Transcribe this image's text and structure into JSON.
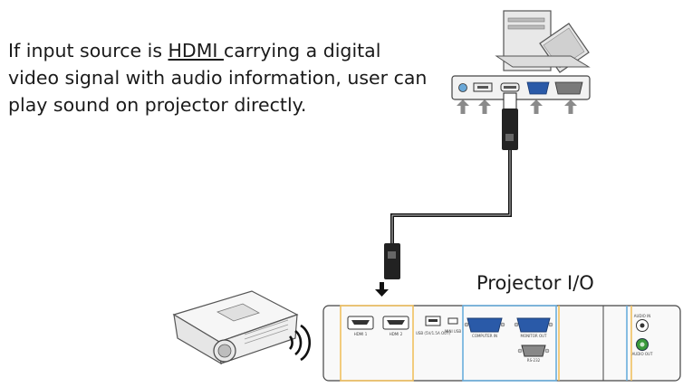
{
  "caption": {
    "before": "If input source is ",
    "highlight": "HDMI ",
    "after": "carrying a digital video signal with audio information, user can play sound on projector directly."
  },
  "panel_title": "Projector I/O",
  "port_labels": {
    "hdmi1": "HDMI 1",
    "hdmi2": "HDMI 2",
    "usb_power": "USB (5V/1.5A OUT)",
    "mini_usb": "MINI USB",
    "computer_in": "COMPUTER IN",
    "monitor_out": "MONITOR OUT",
    "rs232": "RS-232",
    "audio_in": "AUDIO IN",
    "audio_out": "AUDIO OUT"
  },
  "colors": {
    "hdmi_group": "#f0c060",
    "computer_group": "#6aaedc",
    "vga_blue": "#2a5aa8",
    "audio_out_green": "#3a9a3a",
    "arrow_gray": "#8a8a8a"
  }
}
